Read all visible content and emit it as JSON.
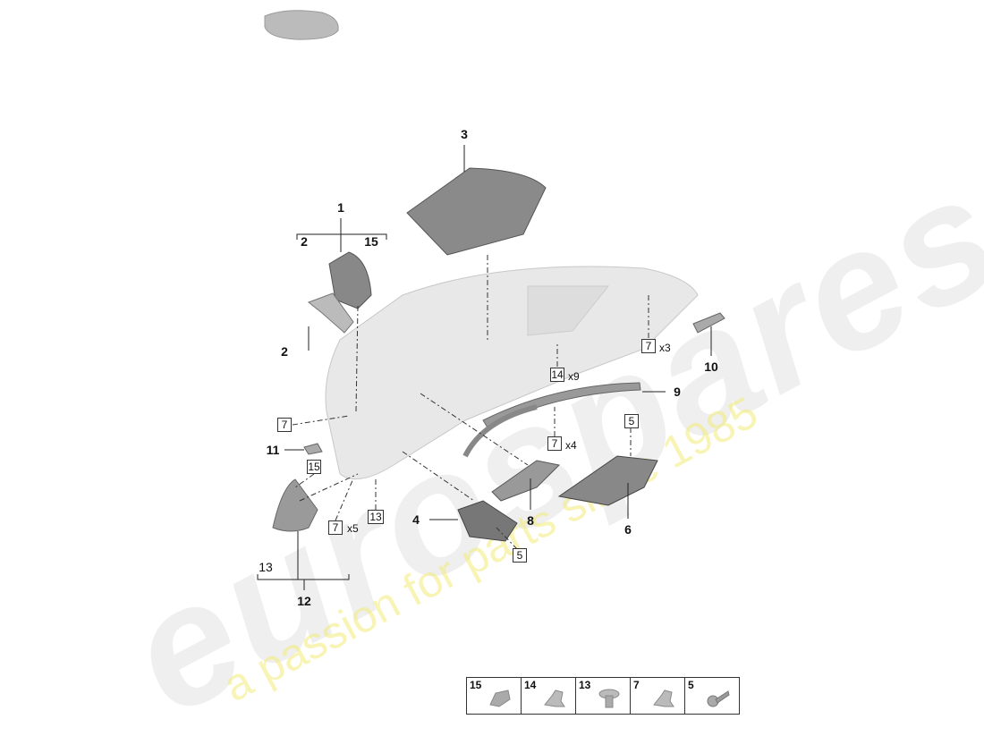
{
  "watermark": {
    "brand": "eurospares",
    "tagline": "a passion for parts since 1985"
  },
  "callouts": [
    {
      "id": "1",
      "text": "1"
    },
    {
      "id": "1-sub-2",
      "text": "2"
    },
    {
      "id": "1-sub-15",
      "text": "15"
    },
    {
      "id": "2",
      "text": "2"
    },
    {
      "id": "3",
      "text": "3"
    },
    {
      "id": "4",
      "text": "4"
    },
    {
      "id": "6",
      "text": "6"
    },
    {
      "id": "8",
      "text": "8"
    },
    {
      "id": "9",
      "text": "9"
    },
    {
      "id": "10",
      "text": "10"
    },
    {
      "id": "11",
      "text": "11"
    },
    {
      "id": "12",
      "text": "12"
    },
    {
      "id": "12-sub-13",
      "text": "13"
    }
  ],
  "boxed_refs": [
    {
      "text": "7",
      "qty": "x3"
    },
    {
      "text": "14",
      "qty": "x9"
    },
    {
      "text": "5",
      "qty": ""
    },
    {
      "text": "7",
      "qty": "x4"
    },
    {
      "text": "7",
      "qty": ""
    },
    {
      "text": "15",
      "qty": ""
    },
    {
      "text": "7",
      "qty": "x5"
    },
    {
      "text": "13",
      "qty": ""
    },
    {
      "text": "5",
      "qty": ""
    }
  ],
  "legend": [
    {
      "number": "15",
      "icon": "clip-icon"
    },
    {
      "number": "14",
      "icon": "spring-clip-icon"
    },
    {
      "number": "13",
      "icon": "expanding-rivet-icon"
    },
    {
      "number": "7",
      "icon": "spring-clip-icon"
    },
    {
      "number": "5",
      "icon": "screw-icon"
    }
  ]
}
